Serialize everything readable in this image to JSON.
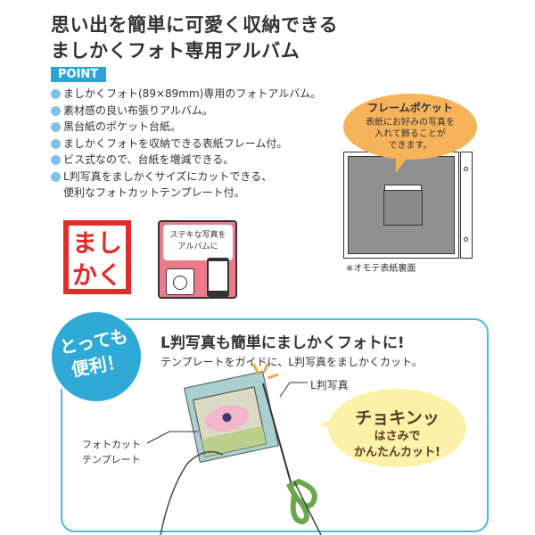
{
  "header": {
    "title_line1": "思い出を簡単に可愛く収納できる",
    "title_line2": "ましかくフォト専用アルバム"
  },
  "point": {
    "label": "POINT",
    "items": [
      "ましかくフォト(89×89mm)専用のフォトアルバム。",
      "素材感の良い布張りアルバム。",
      "黒台紙のポケット台紙。",
      "ましかくフォトを収納できる表紙フレーム付。",
      "ビス式なので、台紙を増減できる。",
      "L判写真をましかくサイズにカットできる、",
      "便利なフォトカットテンプレート付。"
    ]
  },
  "stamp": {
    "line1": "まし",
    "line2": "かく"
  },
  "icon_box": {
    "line1": "ステキな写真を",
    "line2": "アルバムに"
  },
  "frame_pocket": {
    "title": "フレームポケット",
    "line1": "表紙にお好みの写真を",
    "line2": "入れて飾ることが",
    "line3": "できます。",
    "caption": "※オモテ表紙裏面"
  },
  "panel": {
    "badge_line1": "とっても",
    "badge_line2": "便利！",
    "title": "L判写真も簡単にましかくフォトに!",
    "subtitle": "テンプレートをガイドに、L判写真をましかくカット。",
    "label_photo": "L判写真",
    "label_template1": "フォトカット",
    "label_template2": "テンプレート",
    "bubble_big": "チョキンッ",
    "bubble_line1": "はさみで",
    "bubble_line2": "かんたんカット!"
  },
  "colors": {
    "accent": "#29a6d8",
    "stamp": "#e22b2b",
    "pink": "#ec7a8a",
    "orange": "#f6b35a",
    "yellow": "#fbf1a8"
  }
}
